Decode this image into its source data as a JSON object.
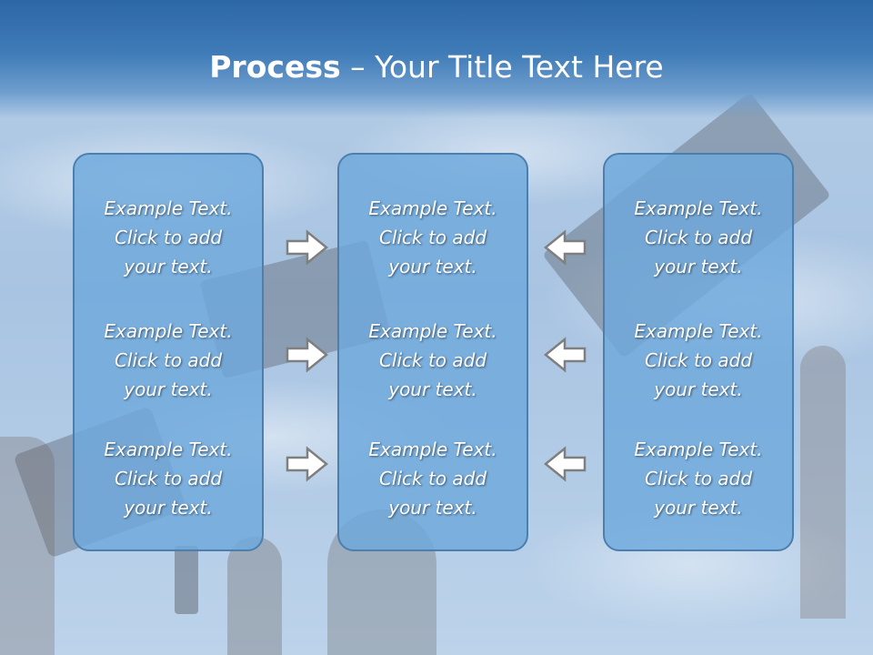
{
  "slide": {
    "title_bold": "Process",
    "title_rest": " – Your Title Text Here"
  },
  "columns": [
    {
      "items": [
        {
          "line1": "Example Text.",
          "line2": "Click  to add",
          "line3": "your text."
        },
        {
          "line1": "Example Text.",
          "line2": "Click  to add",
          "line3": "your text."
        },
        {
          "line1": "Example Text.",
          "line2": "Click  to add",
          "line3": "your text."
        }
      ]
    },
    {
      "items": [
        {
          "line1": "Example Text.",
          "line2": "Click  to add",
          "line3": "your text."
        },
        {
          "line1": "Example Text.",
          "line2": "Click  to add",
          "line3": "your text."
        },
        {
          "line1": "Example Text.",
          "line2": "Click  to add",
          "line3": "your text."
        }
      ]
    },
    {
      "items": [
        {
          "line1": "Example Text.",
          "line2": "Click  to add",
          "line3": "your text."
        },
        {
          "line1": "Example Text.",
          "line2": "Click  to add",
          "line3": "your text."
        },
        {
          "line1": "Example Text.",
          "line2": "Click  to add",
          "line3": "your text."
        }
      ]
    }
  ],
  "arrows": {
    "left_group_direction": "right",
    "right_group_direction": "left",
    "icon": "block-arrow-icon"
  },
  "colors": {
    "header": "#3f7bb7",
    "box_fill": "#6ea8dc",
    "box_border": "#4d7fae",
    "arrow_fill": "#ffffff",
    "arrow_stroke": "#7f7f7f"
  }
}
